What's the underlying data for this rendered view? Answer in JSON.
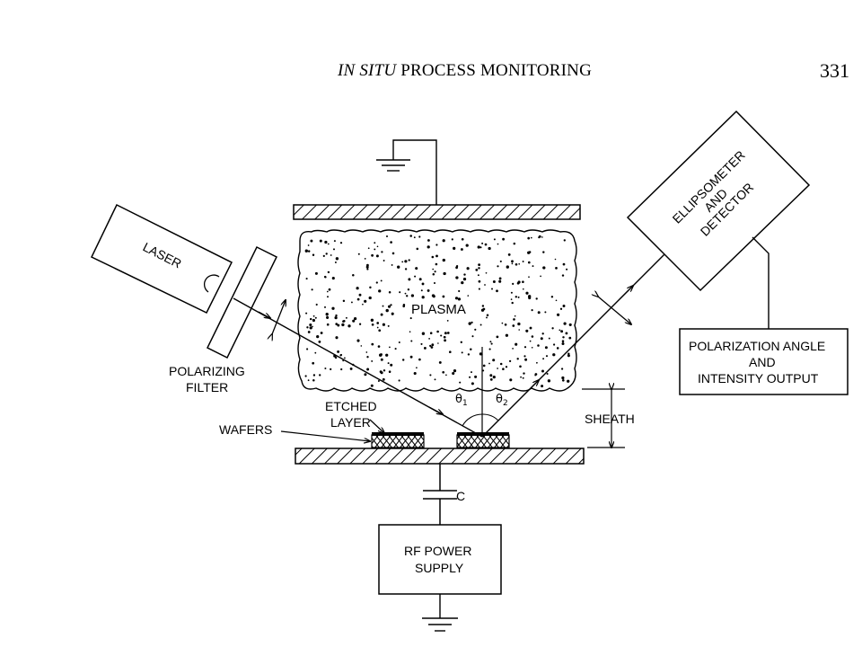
{
  "header": {
    "title_italic": "IN SITU",
    "title_rest": " PROCESS MONITORING",
    "page_number": "331"
  },
  "figure": {
    "labels": {
      "laser": "LASER",
      "polarizing_filter_line1": "POLARIZING",
      "polarizing_filter_line2": "FILTER",
      "plasma": "PLASMA",
      "theta": "θ",
      "theta1_sub": "1",
      "theta2_sub": "2",
      "etched_layer_line1": "ETCHED",
      "etched_layer_line2": "LAYER",
      "wafers": "WAFERS",
      "sheath": "SHEATH",
      "capacitor": "C",
      "rf_supply_line1": "RF POWER",
      "rf_supply_line2": "SUPPLY",
      "ellipsometer_line1": "ELLIPSOMETER",
      "ellipsometer_line2": "AND",
      "ellipsometer_line3": "DETECTOR",
      "output_line1": "POLARIZATION ANGLE",
      "output_line2": "AND",
      "output_line3": "INTENSITY OUTPUT"
    }
  }
}
